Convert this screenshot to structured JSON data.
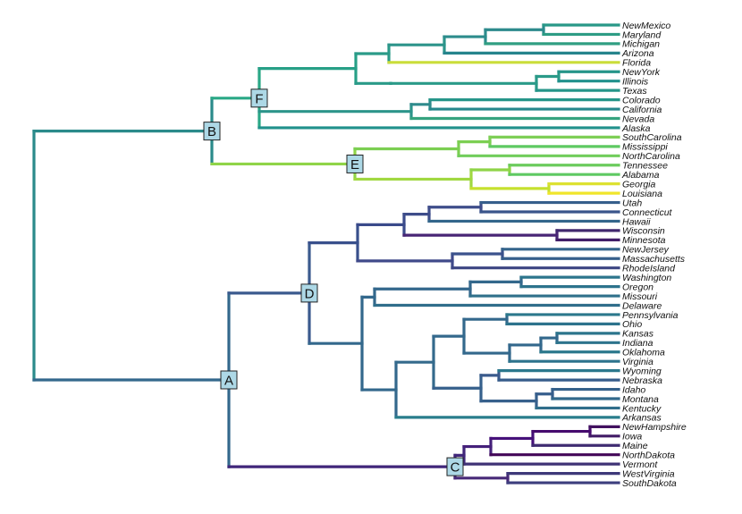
{
  "tips": [
    "NewMexico",
    "Maryland",
    "Michigan",
    "Arizona",
    "Florida",
    "NewYork",
    "Illinois",
    "Texas",
    "Colorado",
    "California",
    "Nevada",
    "Alaska",
    "SouthCarolina",
    "Mississippi",
    "NorthCarolina",
    "Tennessee",
    "Alabama",
    "Georgia",
    "Louisiana",
    "Utah",
    "Connecticut",
    "Hawaii",
    "Wisconsin",
    "Minnesota",
    "NewJersey",
    "Massachusetts",
    "RhodeIsland",
    "Washington",
    "Oregon",
    "Missouri",
    "Delaware",
    "Pennsylvania",
    "Ohio",
    "Kansas",
    "Indiana",
    "Oklahoma",
    "Virginia",
    "Wyoming",
    "Nebraska",
    "Idaho",
    "Montana",
    "Kentucky",
    "Arkansas",
    "NewHampshire",
    "Iowa",
    "Maine",
    "NorthDakota",
    "Vermont",
    "WestVirginia",
    "SouthDakota"
  ],
  "node_labels": {
    "A": "A",
    "B": "B",
    "C": "C",
    "D": "D",
    "E": "E",
    "F": "F"
  },
  "colors": {
    "A": "#33688c",
    "B": "#2a8a8a",
    "C": "#40267a",
    "D": "#3b5a8e",
    "E": "#8fd448",
    "F": "#2aa886",
    "node_fill": "#add8e6"
  }
}
